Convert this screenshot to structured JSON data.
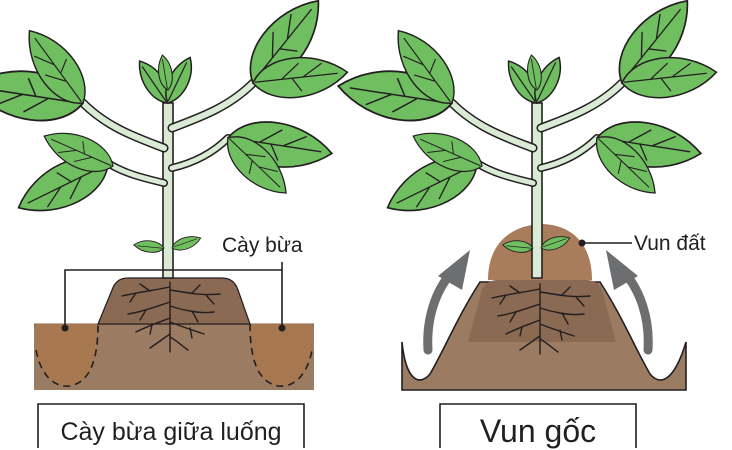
{
  "panels": [
    {
      "id": "left",
      "annotation": "Cày bừa",
      "caption": "Cày bừa giữa luống"
    },
    {
      "id": "right",
      "annotation": "Vun đất",
      "caption": "Vun gốc"
    }
  ],
  "colors": {
    "soil": "#9b7b62",
    "soil_dark": "#8a6a52",
    "mound_top": "#a97c5c",
    "furrow": "#a7774f",
    "leaf": "#6fbe60",
    "stem": "#d9ebd5",
    "root": "#231f20",
    "arrow": "#6d6e70",
    "outline": "#231f20"
  }
}
